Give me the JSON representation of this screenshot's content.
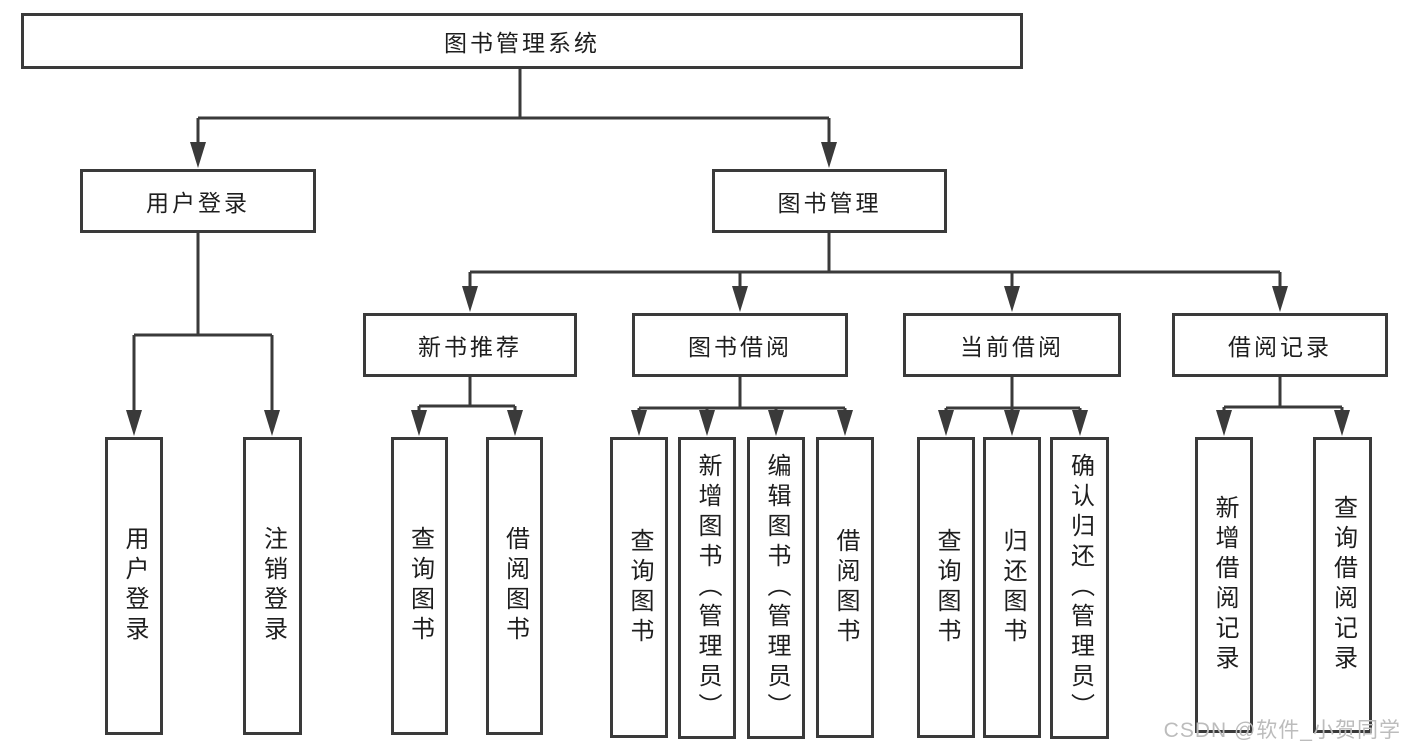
{
  "colors": {
    "line": "#3a3a3a",
    "text": "#1e1e1e",
    "background": "#ffffff",
    "watermark": "#bcbcbc"
  },
  "watermark": {
    "text": "CSDN @软件_小贺同学"
  },
  "tree": {
    "root": {
      "label": "图书管理系统"
    },
    "branches": [
      {
        "label": "用户登录",
        "children": [
          {
            "label": "用户登录"
          },
          {
            "label": "注销登录"
          }
        ]
      },
      {
        "label": "图书管理",
        "children": [
          {
            "label": "新书推荐",
            "children": [
              {
                "label": "查询图书"
              },
              {
                "label": "借阅图书"
              }
            ]
          },
          {
            "label": "图书借阅",
            "children": [
              {
                "label": "查询图书"
              },
              {
                "label": "新增图书（管理员）"
              },
              {
                "label": "编辑图书（管理员）"
              },
              {
                "label": "借阅图书"
              }
            ]
          },
          {
            "label": "当前借阅",
            "children": [
              {
                "label": "查询图书"
              },
              {
                "label": "归还图书"
              },
              {
                "label": "确认归还（管理员）"
              }
            ]
          },
          {
            "label": "借阅记录",
            "children": [
              {
                "label": "新增借阅记录"
              },
              {
                "label": "查询借阅记录"
              }
            ]
          }
        ]
      }
    ]
  }
}
